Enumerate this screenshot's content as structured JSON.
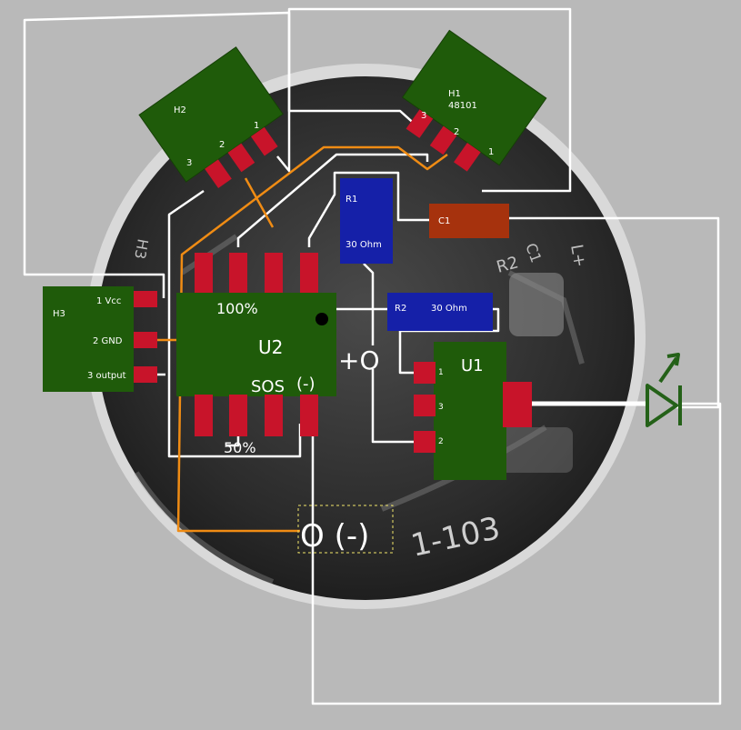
{
  "colors": {
    "background": "#b9b9b9",
    "board": "#2e2e2e",
    "board_ring": "#e9e9e9",
    "component_green": "#1f5b0a",
    "pad_red": "#c8142a",
    "resistor_blue": "#1520a8",
    "capacitor_brown": "#a6320d",
    "wire_white": "#ffffff",
    "wire_orange": "#f08c14",
    "led_green": "#246118"
  },
  "components": {
    "h1": {
      "name": "H1",
      "part": "48101",
      "pins": [
        "3",
        "2",
        "1"
      ]
    },
    "h2": {
      "name": "H2",
      "pins": [
        "3",
        "2",
        "1"
      ]
    },
    "h3": {
      "name": "H3",
      "pins": [
        "1 Vcc",
        "2 GND",
        "3 output"
      ]
    },
    "u1": {
      "name": "U1",
      "pins": [
        "1",
        "3",
        "2"
      ]
    },
    "u2": {
      "name": "U2",
      "label_top": "100%",
      "label_sos": "SOS",
      "label_neg": "(-)",
      "label_bottom": "50%"
    },
    "r1": {
      "name": "R1",
      "value": "30 Ohm"
    },
    "r2": {
      "name": "R2",
      "value": "30 Ohm"
    },
    "c1": {
      "name": "C1"
    }
  },
  "terminals": {
    "positive": "+O",
    "negative": "O (-)"
  },
  "pcb_silkscreen": [
    "L+",
    "R2",
    "C1",
    "H3",
    "1-103"
  ],
  "icons": {
    "led": "led-diode-icon"
  }
}
